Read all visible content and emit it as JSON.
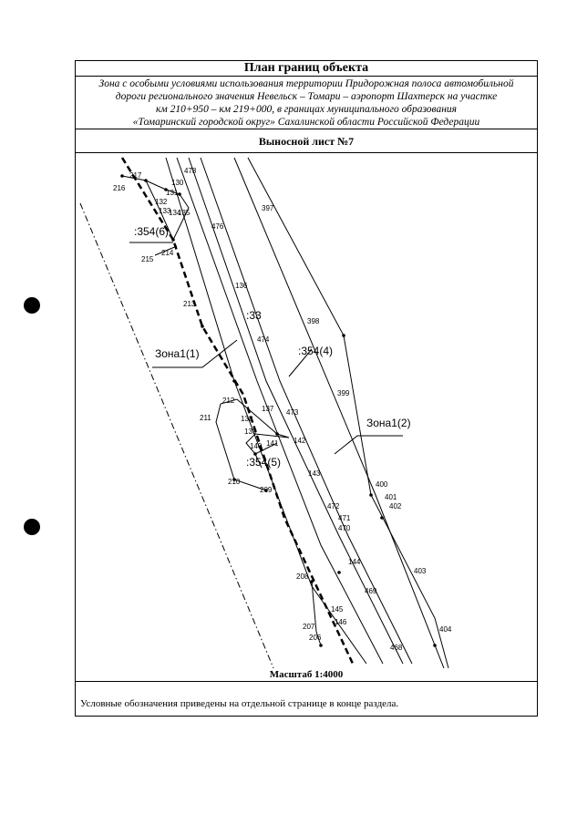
{
  "header": {
    "title": "План границ объекта",
    "description_lines": [
      "Зона с особыми условиями использования территории Придорожная полоса автомобильной",
      "дороги регионального значения Невельск – Томари – аэропорт Шахтерск на участке",
      "км 210+950 – км 219+000, в границах муниципального образования",
      "«Томаринский городской округ» Сахалинской области Российской Федерации"
    ],
    "sheet": "Выносной лист №7"
  },
  "map": {
    "zones": [
      ":354(6)",
      ":33",
      ":354(4)",
      ":354(5)",
      "Зона1(1)",
      "Зона1(2)"
    ],
    "points": [
      "217",
      "216",
      "130",
      "131",
      "132",
      "133",
      "134",
      "135",
      "478",
      "476",
      "397",
      "215",
      "214",
      "213",
      "136",
      "398",
      "474",
      "399",
      "473",
      "212",
      "211",
      "137",
      "138",
      "139",
      "140",
      "141",
      "142",
      "143",
      "210",
      "209",
      "400",
      "401",
      "402",
      "472",
      "471",
      "470",
      "144",
      "208",
      "145",
      "146",
      "207",
      "206",
      "469",
      "403",
      "468",
      "404"
    ]
  },
  "footer": {
    "scale": "Масштаб 1:4000",
    "note": "Условные обозначения приведены на отдельной странице в конце раздела."
  }
}
